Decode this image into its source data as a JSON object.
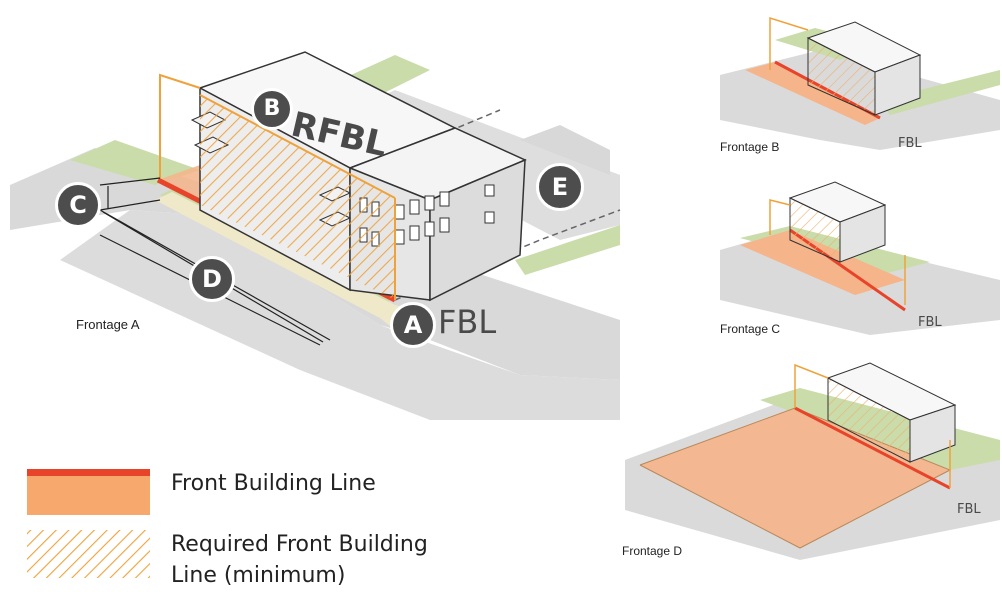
{
  "main_diagram": {
    "caption": "Frontage A",
    "markers": {
      "a": "A",
      "b": "B",
      "c": "C",
      "d": "D",
      "e": "E"
    },
    "fbl_label": "FBL",
    "rfbl_label": "RFBL"
  },
  "small_diagrams": [
    {
      "caption": "Frontage B",
      "fbl_label": "FBL"
    },
    {
      "caption": "Frontage C",
      "fbl_label": "FBL"
    },
    {
      "caption": "Frontage D",
      "fbl_label": "FBL"
    }
  ],
  "legend": {
    "items": [
      {
        "label": "Front Building Line",
        "swatch": "solid-orange",
        "color": "#f7a86c",
        "edge_color": "#e8442a"
      },
      {
        "label_line1": "Required Front Building",
        "label_line2": "Line (minimum)",
        "swatch": "hatched-orange",
        "color": "#f2a545"
      }
    ]
  },
  "colors": {
    "street": "#d6d6d6",
    "lawn": "#c9dcaa",
    "fbl_area": "#f5b48a",
    "fbl_line": "#e8442a",
    "hatch": "#efa23c",
    "badge": "#4d4d4d"
  }
}
